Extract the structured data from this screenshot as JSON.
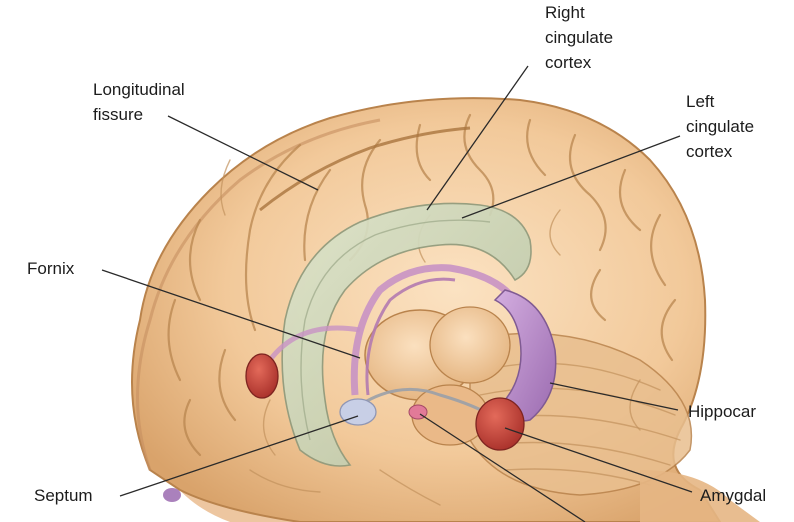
{
  "labels": {
    "right_cingulate": [
      "Right",
      "cingulate",
      "cortex"
    ],
    "left_cingulate": [
      "Left",
      "cingulate",
      "cortex"
    ],
    "longitudinal_fissure": [
      "Longitudinal",
      "fissure"
    ],
    "fornix": "Fornix",
    "hippocampus": "Hippocar",
    "septum": "Septum",
    "amygdala": "Amygdal"
  },
  "colors": {
    "background": "#ffffff",
    "brain_fill": "#f2c99a",
    "brain_shadow": "#d9a36b",
    "cingulate": "#c9d3b6",
    "fornix": "#c892c4",
    "hippocampus": "#b98bc4",
    "amygdala": "#c9463a",
    "septum": "#c8cfe6",
    "text": "#1c1c1c"
  },
  "icons": {
    "brain": "brain-illustration"
  }
}
